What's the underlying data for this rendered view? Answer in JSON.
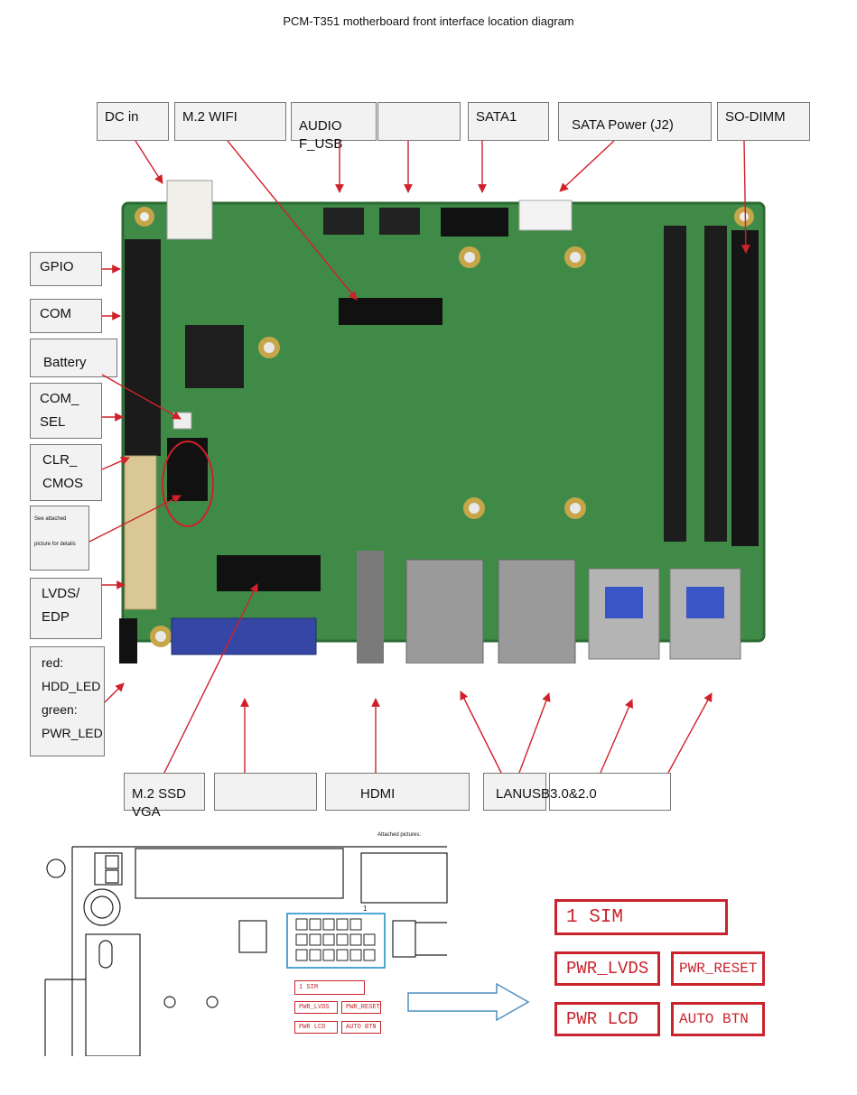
{
  "title": "PCM-T351 motherboard front interface location diagram",
  "labels": {
    "dc_in": "DC in",
    "m2_wifi": "M.2 WIFI",
    "audio_f_usb": "AUDIO F_USB",
    "sata1": "SATA1",
    "sata_power": "SATA Power (J2)",
    "so_dimm": "SO-DIMM",
    "gpio": "GPIO",
    "com": "COM",
    "battery": "Battery",
    "com_sel_1": "COM_",
    "com_sel_2": "SEL",
    "clr_cmos_1": "CLR_",
    "clr_cmos_2": "CMOS",
    "see_attached_1": "See attached",
    "see_attached_2": "picture for details",
    "lvds_1": "LVDS/",
    "lvds_2": "EDP",
    "led_1": "red:",
    "led_2": "HDD_LED",
    "led_3": "green:",
    "led_4": "PWR_LED",
    "m2_ssd_vga": "M.2 SSD VGA",
    "hdmi": "HDMI",
    "lan_usb": "LANUSB3.0&2.0"
  },
  "attached": {
    "title": "Attached pictures:",
    "sim": "1    SIM",
    "pwr_lvds": "PWR_LVDS",
    "pwr_reset": "PWR_RESET",
    "pwr_lcd": "PWR LCD",
    "auto_btn": "AUTO BTN",
    "jumper_num": "1"
  },
  "colors": {
    "board_green": "#3f8a46",
    "arrow_red": "#d0202a",
    "label_red": "#c9242d",
    "jumper_blue": "#3a9fd0",
    "arrow_outline_blue": "#4f8fc0"
  }
}
